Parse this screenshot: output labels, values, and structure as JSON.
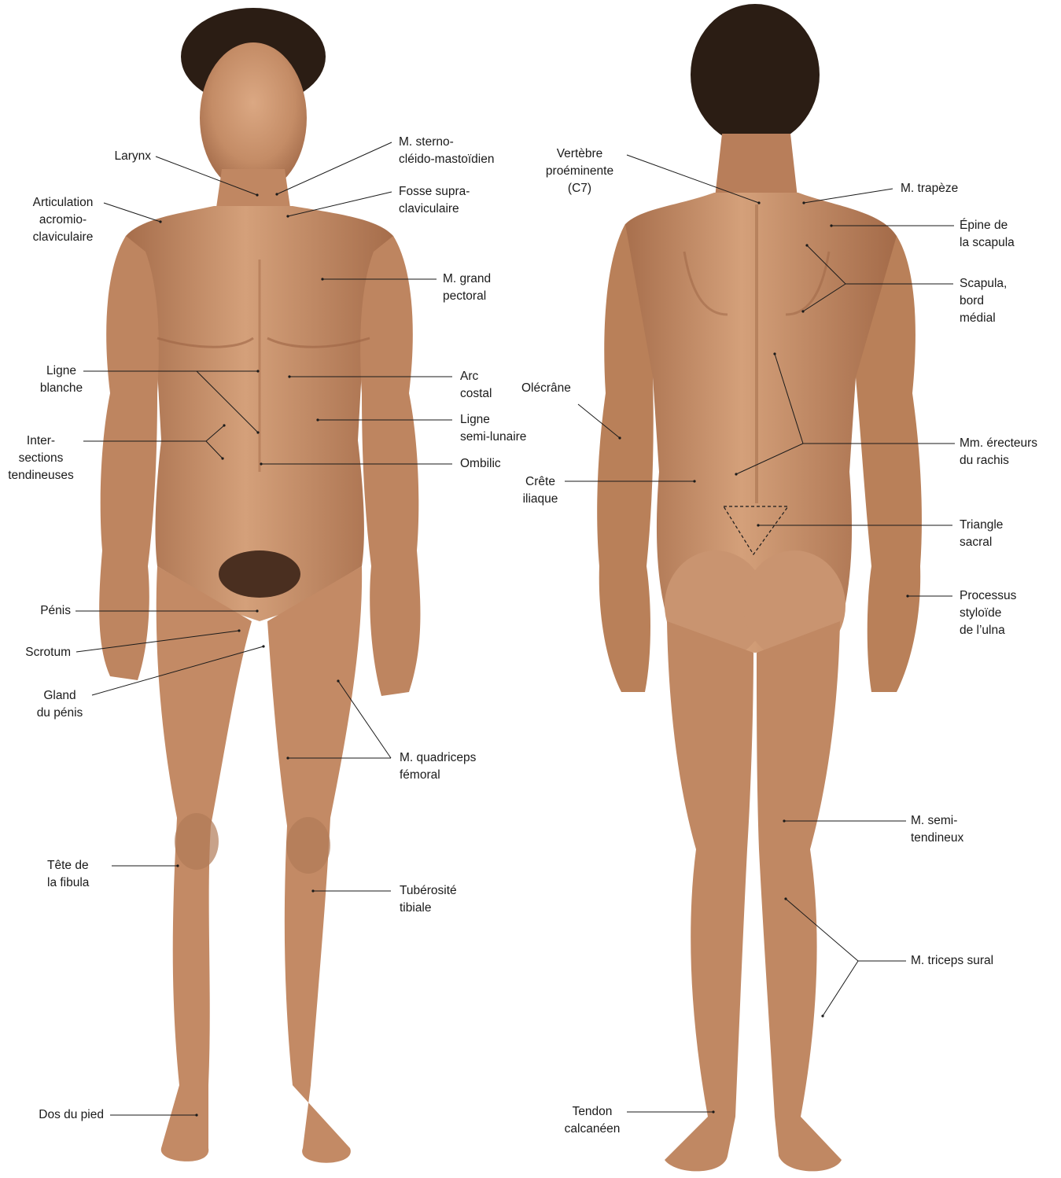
{
  "colors": {
    "skin": "#c8906a",
    "skin_shadow": "#9c6444",
    "hair": "#2b1d14",
    "leader": "#1a1a1a"
  },
  "anterior": {
    "larynx": [
      "Larynx"
    ],
    "sternocleido": [
      "M. sterno-",
      "cléido-mastoïdien"
    ],
    "acromio": [
      "Articulation",
      "acromio-",
      "claviculaire"
    ],
    "fosse": [
      "Fosse supra-",
      "claviculaire"
    ],
    "pectoral": [
      "M. grand",
      "pectoral"
    ],
    "ligne_blanche": [
      "Ligne",
      "blanche"
    ],
    "arc_costal": [
      "Arc",
      "costal"
    ],
    "semi_lunaire": [
      "Ligne",
      "semi-lunaire"
    ],
    "intersections": [
      "Inter-",
      "sections",
      "tendineuses"
    ],
    "ombilic": [
      "Ombilic"
    ],
    "penis": [
      "Pénis"
    ],
    "scrotum": [
      "Scrotum"
    ],
    "gland": [
      "Gland",
      "du pénis"
    ],
    "quadriceps": [
      "M. quadriceps",
      "fémoral"
    ],
    "fibula": [
      "Tête de",
      "la fibula"
    ],
    "tuberosite": [
      "Tubérosité",
      "tibiale"
    ],
    "dos_pied": [
      "Dos du pied"
    ]
  },
  "posterior": {
    "vertebre": [
      "Vertèbre",
      "proéminente",
      "(C7)"
    ],
    "trapeze": [
      "M. trapèze"
    ],
    "epine": [
      "Épine de",
      "la scapula"
    ],
    "scapula": [
      "Scapula,",
      "bord",
      "médial"
    ],
    "olecrane": [
      "Olécrâne"
    ],
    "erecteurs": [
      "Mm. érecteurs",
      "du rachis"
    ],
    "crete": [
      "Crête",
      "iliaque"
    ],
    "triangle": [
      "Triangle",
      "sacral"
    ],
    "styloide": [
      "Processus",
      "styloïde",
      "de l’ulna"
    ],
    "semitendineux": [
      "M. semi-",
      "tendineux"
    ],
    "triceps": [
      "M. triceps sural"
    ],
    "calcaneen": [
      "Tendon",
      "calcanéen"
    ]
  }
}
